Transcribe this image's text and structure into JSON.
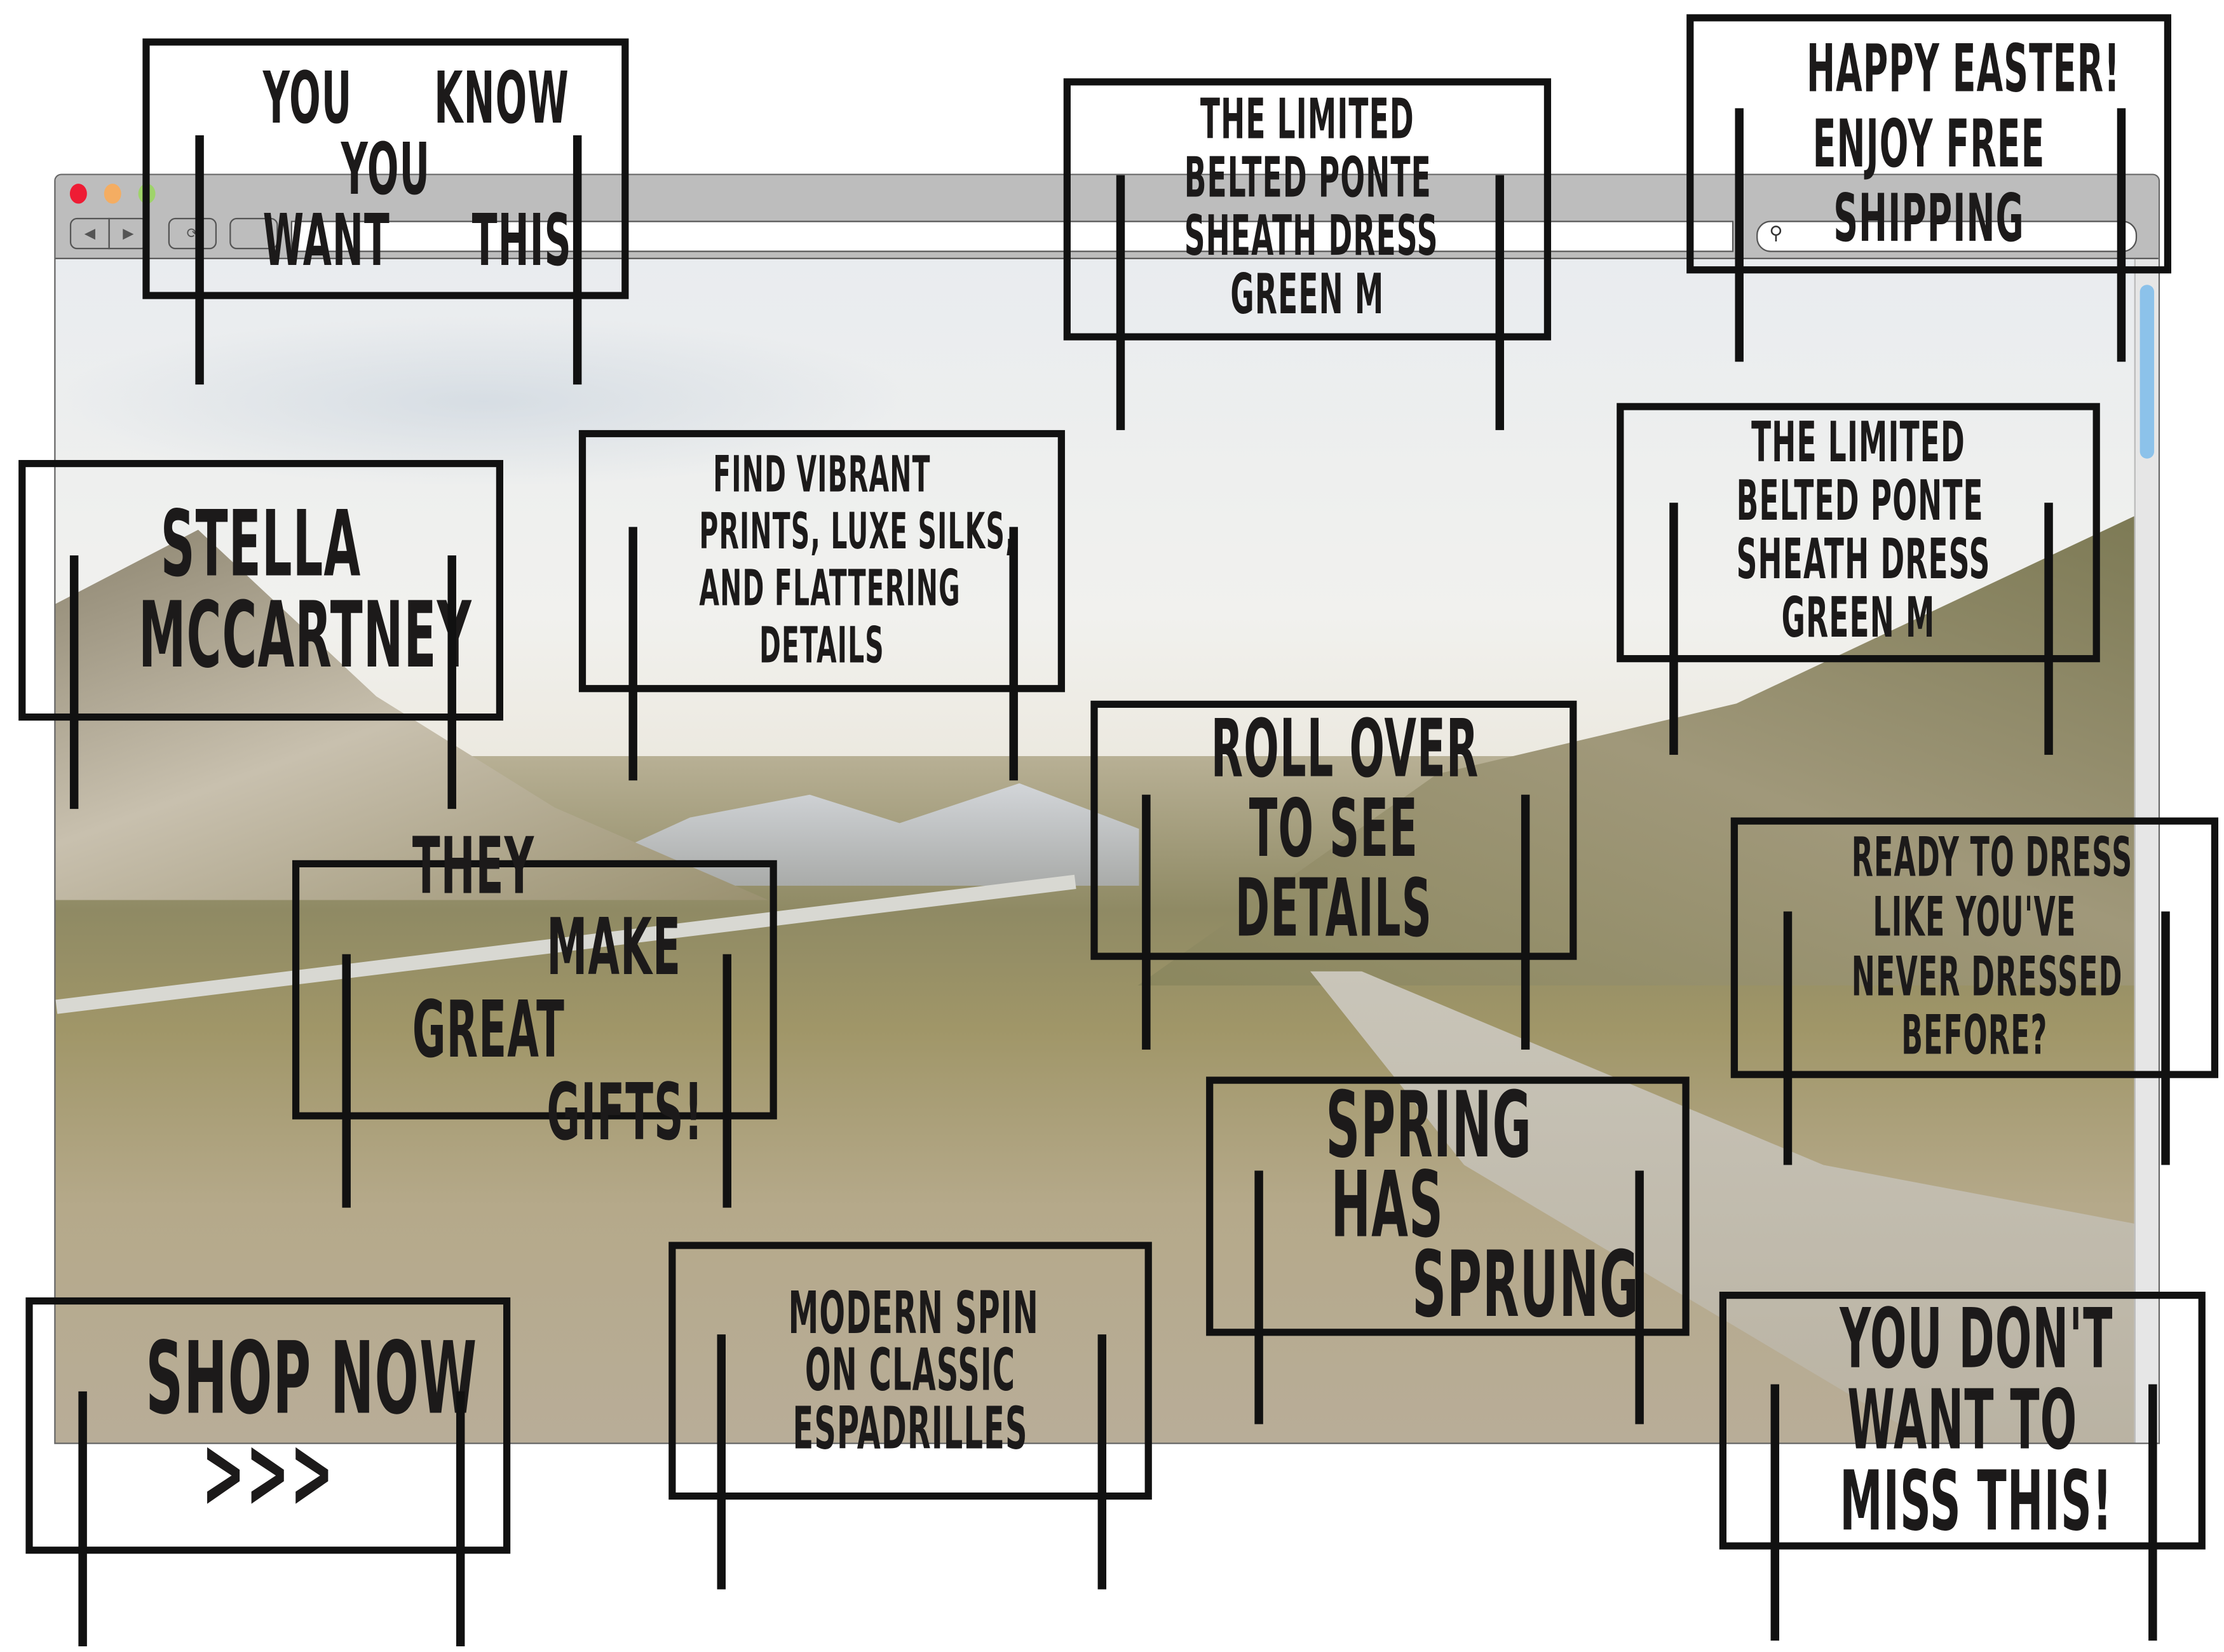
{
  "browser": {
    "window_controls": [
      "close",
      "minimize",
      "zoom"
    ],
    "colors": {
      "close": "#ee1c34",
      "minimize": "#f4ad62",
      "zoom": "#9fd46a",
      "scroll_thumb": "#8cc2ea",
      "chrome": "#bdbdbd"
    },
    "icons": {
      "back": "◀",
      "forward": "▶",
      "reload": "⟳",
      "search": "⚲"
    }
  },
  "signs": [
    {
      "lines": [
        "YOU      KNOW",
        "YOU",
        "WANT      THIS"
      ]
    },
    {
      "lines": [
        "THE LIMITED",
        "BELTED PONTE",
        "SHEATH DRESS",
        "GREEN M"
      ]
    },
    {
      "lines": [
        "HAPPY EASTER!",
        "ENJOY FREE",
        "SHIPPING"
      ]
    },
    {
      "lines": [
        "STELLA",
        "MCCARTNEY"
      ]
    },
    {
      "lines": [
        "FIND VIBRANT",
        "PRINTS, LUXE SILKS,",
        "AND FLATTERING",
        "DETAILS"
      ]
    },
    {
      "lines": [
        "THE LIMITED",
        "BELTED PONTE",
        "SHEATH DRESS",
        "GREEN M"
      ]
    },
    {
      "lines": [
        "ROLL OVER",
        "TO SEE",
        "DETAILS"
      ]
    },
    {
      "lines": [
        "THEY         ",
        "         MAKE",
        "GREAT         ",
        "         GIFTS!"
      ]
    },
    {
      "lines": [
        "READY TO DRESS",
        "LIKE YOU'VE",
        "NEVER DRESSED",
        "BEFORE?"
      ]
    },
    {
      "lines": [
        "SPRING     ",
        "HAS       ",
        "     SPRUNG"
      ]
    },
    {
      "lines": [
        "SHOP NOW",
        ">>>"
      ]
    },
    {
      "lines": [
        "MODERN SPIN",
        "ON CLASSIC",
        "ESPADRILLES"
      ]
    },
    {
      "lines": [
        "YOU DON'T",
        "WANT TO",
        "MISS THIS!"
      ]
    }
  ]
}
